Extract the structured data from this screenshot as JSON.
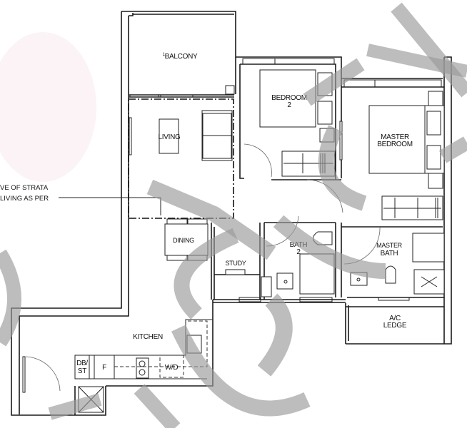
{
  "floor_plan": {
    "rooms": [
      {
        "id": "balcony",
        "label": "BALCONY",
        "superscript": "1"
      },
      {
        "id": "living",
        "label": "LIVING"
      },
      {
        "id": "bedroom-2",
        "label_line1": "BEDROOM",
        "label_line2": "2"
      },
      {
        "id": "master-bedroom",
        "label_line1": "MASTER",
        "label_line2": "BEDROOM"
      },
      {
        "id": "dining",
        "label": "DINING"
      },
      {
        "id": "study",
        "label": "STUDY"
      },
      {
        "id": "bath-2",
        "label_line1": "BATH",
        "label_line2": "2"
      },
      {
        "id": "master-bath",
        "label_line1": "MASTER",
        "label_line2": "BATH"
      },
      {
        "id": "ac-ledge",
        "label_line1": "A/C",
        "label_line2": "LEDGE"
      },
      {
        "id": "kitchen",
        "label": "KITCHEN"
      }
    ],
    "fixtures": {
      "db_st_line1": "DB/",
      "db_st_line2": "ST",
      "fridge": "F",
      "washer_dryer": "W/D"
    },
    "annotation": {
      "line1": "VE OF STRATA",
      "line2": "LIVING AS PER"
    }
  },
  "colors": {
    "wall": "#1a1a1a",
    "watermark": "#9a9a9a",
    "background": "#ffffff"
  }
}
